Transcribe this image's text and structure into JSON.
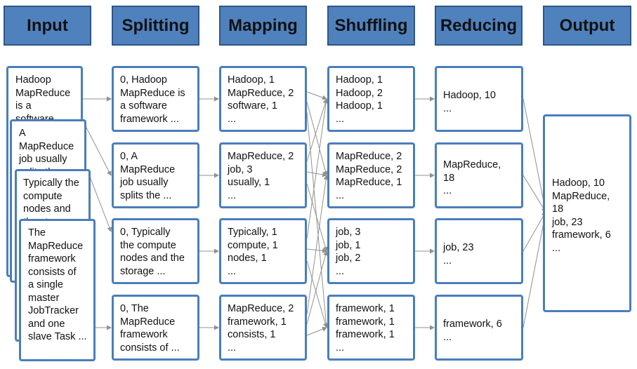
{
  "headers": {
    "input": "Input",
    "splitting": "Splitting",
    "mapping": "Mapping",
    "shuffling": "Shuffling",
    "reducing": "Reducing",
    "output": "Output"
  },
  "input": [
    "Hadoop\nMapReduce\nis a\nsoftware",
    "A\nMapReduce\njob usually\nsplits the",
    "Typically the\ncompute\nnodes and\nthe storage",
    "The\nMapReduce\nframework\nconsists of\na single\nmaster\nJobTracker\nand one\nslave Task ..."
  ],
  "splitting": [
    "0, Hadoop\nMapReduce is\na software\nframework ...",
    "0, A\nMapReduce\njob usually\nsplits the ...",
    "0, Typically\nthe compute\nnodes and the\nstorage ...",
    "0, The\nMapReduce\nframework\nconsists of ..."
  ],
  "mapping": [
    "Hadoop, 1\nMapReduce, 2\nsoftware, 1\n...",
    "MapReduce, 2\njob, 3\nusually, 1\n...",
    "Typically, 1\ncompute, 1\nnodes, 1\n...",
    "MapReduce, 2\nframework, 1\nconsists, 1\n..."
  ],
  "shuffling": [
    "Hadoop, 1\nHadoop, 2\nHadoop, 1\n...",
    "MapReduce, 2\nMapReduce, 2\nMapReduce, 1\n...",
    "job, 3\njob, 1\njob, 2\n...",
    "framework, 1\nframework, 1\nframework, 1\n..."
  ],
  "reducing": [
    "Hadoop, 10\n...",
    "MapReduce,\n18\n...",
    "job, 23\n...",
    "framework, 6\n..."
  ],
  "output": "Hadoop, 10\nMapReduce,\n18\njob, 23\nframework, 6\n...",
  "colors": {
    "header_fill": "#4f81bd",
    "box_border": "#4a7ebb",
    "arrow": "#909090"
  }
}
